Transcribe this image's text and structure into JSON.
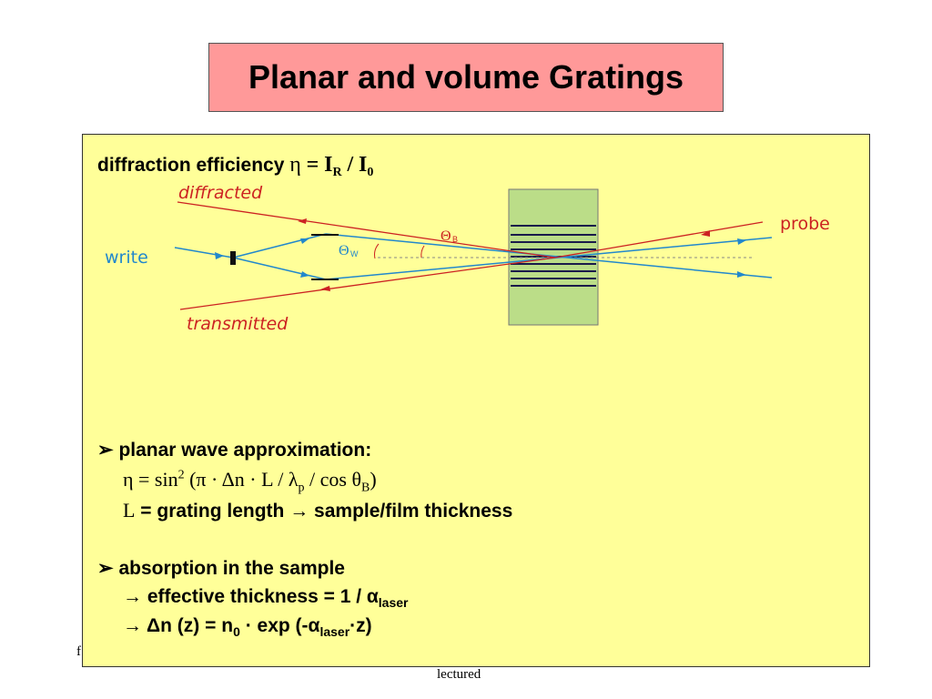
{
  "title": "Planar and volume Gratings",
  "efficiency": {
    "label": "diffraction efficiency",
    "eta": "η",
    "eq": "=",
    "I": "I",
    "R": "R",
    "slash": "/",
    "I0": "I",
    "zero": "0"
  },
  "diagram": {
    "diffracted": "diffracted",
    "probe": "probe",
    "write": "write",
    "transmitted": "transmitted",
    "theta_w": "Θ",
    "w_sub": "W",
    "theta_b": "Θ",
    "b_sub": "B"
  },
  "bullet1": {
    "marker": "➢",
    "heading": "planar wave approximation:",
    "formula_a": "η = sin",
    "formula_exp": "2",
    "formula_b": " (π · Δn · L / λ",
    "formula_sub_p": "p",
    "formula_c": " / cos θ",
    "formula_sub_b": "B",
    "formula_d": ")",
    "L_sym": "L",
    "L_text": " = grating length → sample/film thickness"
  },
  "bullet2": {
    "marker": "➢",
    "heading": "absorption in the sample",
    "line1_a": "→ effective thickness = 1 / α",
    "line1_sub": "laser",
    "line2_a": "→ Δn (z) = n",
    "line2_sub0": "0",
    "line2_b": " · exp (-α",
    "line2_sub": "laser",
    "line2_c": "·z)"
  },
  "footer": "lectured",
  "footer_mark": "f",
  "colors": {
    "red": "#cc2222",
    "blue": "#2288cc",
    "grating": "#bbdd88",
    "panel": "#ffff99",
    "title_bg": "#ff9999"
  }
}
